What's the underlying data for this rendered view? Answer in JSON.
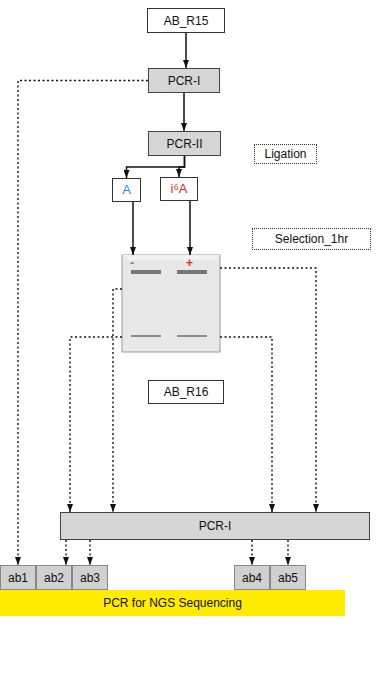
{
  "diagram": {
    "nodes": [
      {
        "text": [
          "AB_R15"
        ]
      },
      {
        "text": [
          "PCR-I"
        ]
      },
      {
        "text": [
          "PCR-II"
        ]
      },
      {
        "text": [
          "Ligation"
        ]
      },
      {
        "text": [
          "A"
        ]
      },
      {
        "text": [
          "i⁶A"
        ]
      },
      {
        "text": [
          "Selection_1hr"
        ]
      },
      {
        "text": [
          "-",
          "+"
        ]
      },
      {
        "text": [
          "AB_R16"
        ]
      },
      {
        "text": [
          "PCR-I"
        ]
      },
      {
        "text": [
          "ab1"
        ]
      },
      {
        "text": [
          "ab2"
        ]
      },
      {
        "text": [
          "ab3"
        ]
      },
      {
        "text": [
          "ab4"
        ]
      },
      {
        "text": [
          "ab5"
        ]
      },
      {
        "text": [
          "PCR for NGS Sequencing"
        ]
      }
    ],
    "edges": [
      {
        "from": 0,
        "to": 1,
        "arrow": "to"
      },
      {
        "from": 1,
        "to": 2,
        "arrow": "to"
      },
      {
        "from": 2,
        "to": 4,
        "arrow": "to"
      },
      {
        "from": 2,
        "to": 5,
        "arrow": "to"
      },
      {
        "from": 4,
        "to": 7,
        "arrow": "to"
      },
      {
        "from": 5,
        "to": 7,
        "arrow": "to"
      },
      {
        "from": 1,
        "to": 10,
        "arrow": "to"
      },
      {
        "from": 7,
        "to": 9,
        "arrow": "to"
      },
      {
        "from": 7,
        "to": 9,
        "arrow": "to"
      },
      {
        "from": 7,
        "to": 9,
        "arrow": "to"
      },
      {
        "from": 7,
        "to": 9,
        "arrow": "to"
      },
      {
        "from": 9,
        "to": 11,
        "arrow": "to"
      },
      {
        "from": 9,
        "to": 12,
        "arrow": "to"
      },
      {
        "from": 9,
        "to": 13,
        "arrow": "to"
      },
      {
        "from": 9,
        "to": 14,
        "arrow": "to"
      }
    ]
  }
}
